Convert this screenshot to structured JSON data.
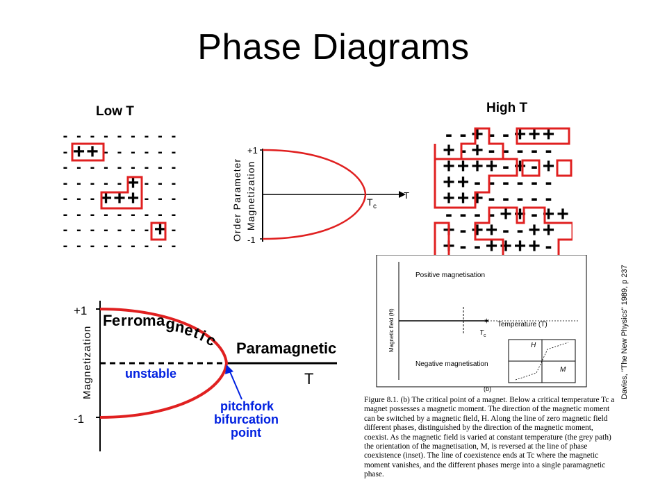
{
  "page": {
    "title": "Phase Diagrams"
  },
  "lowT": {
    "label": "Low T",
    "rows": [
      "---------",
      "-++------",
      "---------",
      "-----+---",
      "---+++---",
      "---------",
      "-------+-",
      "---------"
    ]
  },
  "highT": {
    "label": "High T",
    "rows": [
      "--+--+++",
      "+-+-----",
      "++++-+-+",
      "++------",
      "+++-----",
      "----++-++",
      "+-++--++",
      "+--++++-"
    ]
  },
  "orderPlot": {
    "ylabel_top": "Order Parameter",
    "ylabel_bottom": "Magnetization",
    "plus_one": "+1",
    "minus_one": "-1",
    "tc_label": "T",
    "tc_sub": "c",
    "t_axis": "T"
  },
  "bifurcation": {
    "plus_one": "+1",
    "minus_one": "-1",
    "ylabel": "Magnetization",
    "ferro": [
      "F",
      "e",
      "r",
      "r",
      "o",
      "m",
      "a",
      "g",
      "n",
      "e",
      "t",
      "i",
      "c"
    ],
    "para": "Paramagnetic",
    "t_axis": "T",
    "unstable": "unstable",
    "pitchfork": [
      "pitchfork",
      "bifurcation",
      "point"
    ],
    "colors": {
      "curve": "#e02020",
      "annotation": "#0020e0"
    }
  },
  "scan": {
    "positive": "Positive magnetisation",
    "negative": "Negative magnetisation",
    "field_axis": "Magnetic field (H)",
    "temperature": "Temperature (T)",
    "tc": "T",
    "tc_sub": "c",
    "inset_h": "H",
    "inset_m": "M",
    "panel_b": "(b)",
    "citation": "Davies, \"The New Physics\" 1989, p 237",
    "caption": "Figure 8.1. (b) The critical point of a magnet. Below a critical temperature Tc a magnet possesses a magnetic moment. The direction of the magnetic moment can be switched by a magnetic field, H. Along the line of zero magnetic field different phases, distinguished by the direction of the magnetic moment, coexist. As the magnetic field is varied at constant temperature (the grey path) the orientation of the magnetisation, M, is reversed at the line of phase coexistence (inset). The line of coexistence ends at Tc where the magnetic moment vanishes, and the different phases merge into a single paramagnetic phase."
  }
}
